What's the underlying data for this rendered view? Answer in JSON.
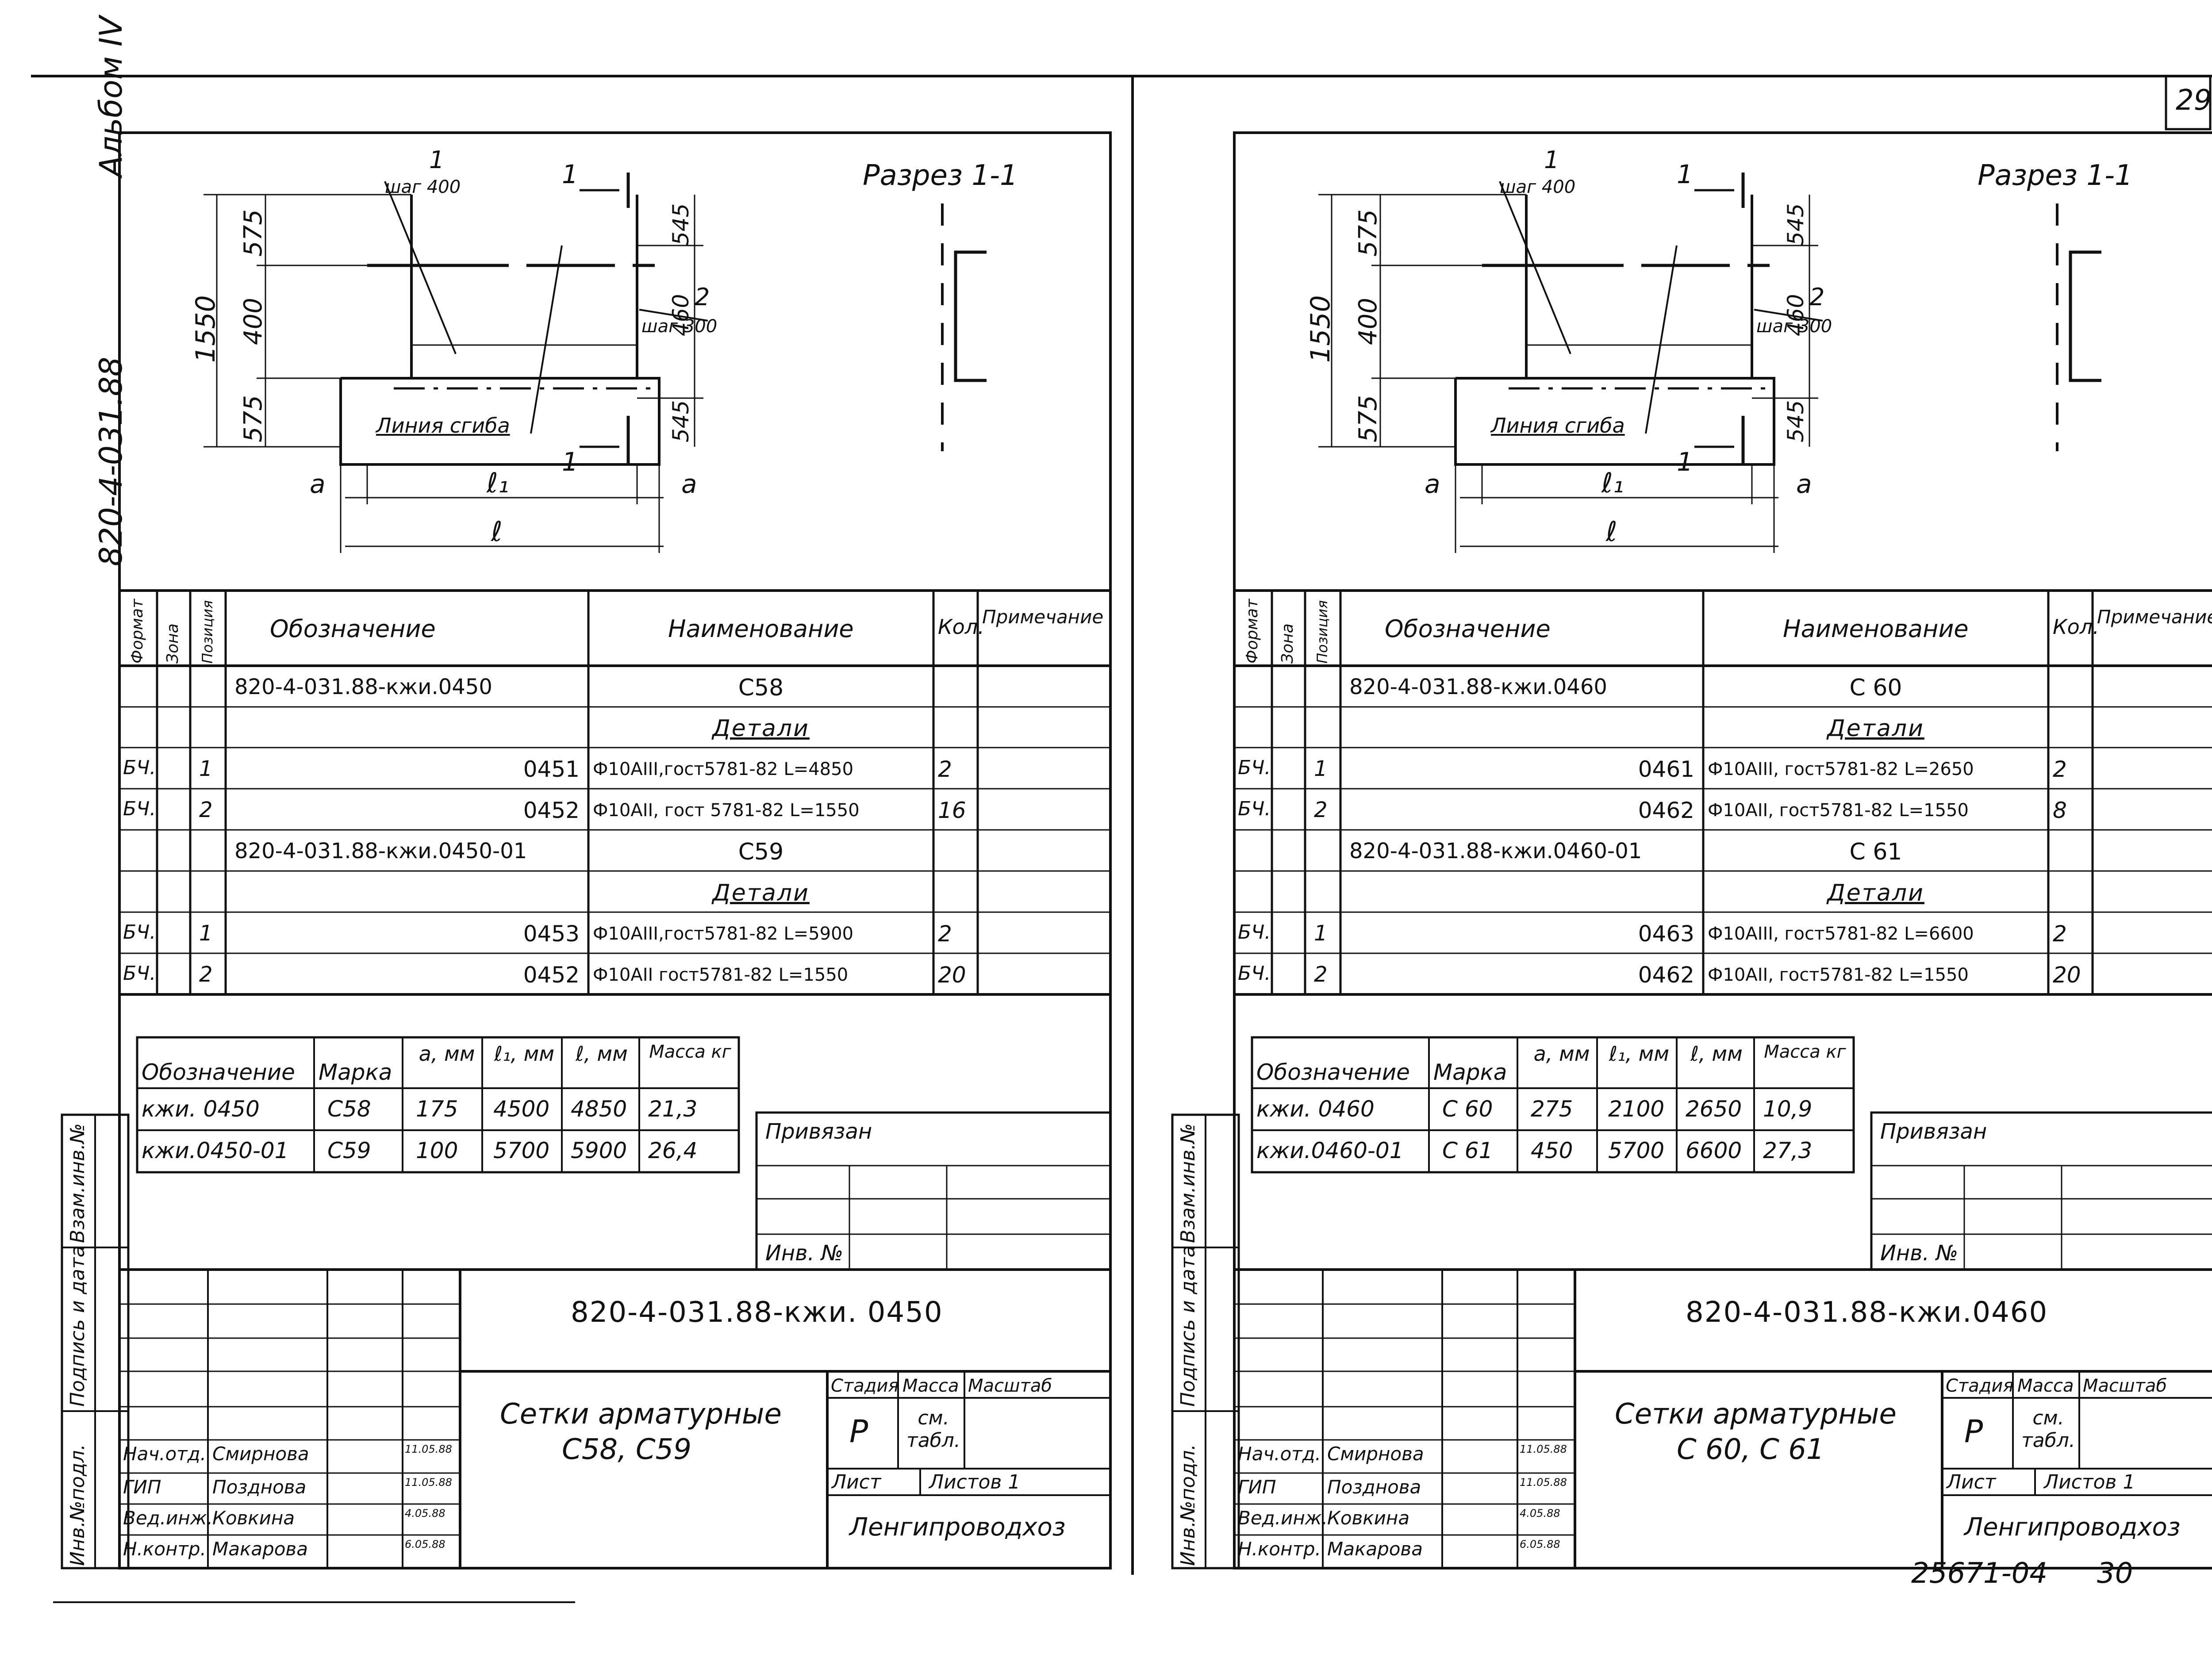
{
  "page": {
    "sheet_number": "29",
    "album_label": "Альбом IV",
    "series_label": "820-4-031.88",
    "bottom_code": "25671-04",
    "bottom_page": "30",
    "side_stamp": [
      "Инв.№подл.",
      "Подпись и дата",
      "Взам.инв.№"
    ]
  },
  "sheets": [
    {
      "section_label": "Разрез 1-1",
      "sketch": {
        "dim_total": "1550",
        "dim_top": "575",
        "dim_mid": "400",
        "dim_bottom": "575",
        "dim_right_top": "545",
        "dim_right_mid": "460",
        "dim_right_bottom": "545",
        "pos1": "1",
        "pos1_step": "шаг 400",
        "pos2": "2",
        "pos2_step": "шаг 300",
        "bend_line": "Линия сгиба",
        "cut": "1",
        "a": "a",
        "l1": "ℓ₁",
        "l": "ℓ"
      },
      "spec": {
        "headers": [
          "Формат",
          "Зона",
          "Позиция",
          "Обозначение",
          "Наименование",
          "Кол.",
          "Примечание"
        ],
        "rows": [
          {
            "format": "",
            "pos": "",
            "code": "820-4-031.88-кжи.0450",
            "name": "С58",
            "qty": ""
          },
          {
            "format": "",
            "pos": "",
            "code": "",
            "name": "Детали",
            "qty": ""
          },
          {
            "format": "БЧ.",
            "pos": "1",
            "code": "0451",
            "name": "Ф10АIII,гост5781-82 L=4850",
            "qty": "2"
          },
          {
            "format": "БЧ.",
            "pos": "2",
            "code": "0452",
            "name": "Ф10АII, гост 5781-82 L=1550",
            "qty": "16"
          },
          {
            "format": "",
            "pos": "",
            "code": "820-4-031.88-кжи.0450-01",
            "name": "С59",
            "qty": ""
          },
          {
            "format": "",
            "pos": "",
            "code": "",
            "name": "Детали",
            "qty": ""
          },
          {
            "format": "БЧ.",
            "pos": "1",
            "code": "0453",
            "name": "Ф10АIII,гост5781-82 L=5900",
            "qty": "2"
          },
          {
            "format": "БЧ.",
            "pos": "2",
            "code": "0452",
            "name": "Ф10АII гост5781-82 L=1550",
            "qty": "20"
          }
        ]
      },
      "params": {
        "headers": [
          "Обозначение",
          "Марка",
          "a, мм",
          "ℓ₁, мм",
          "ℓ, мм",
          "Масса кг"
        ],
        "rows": [
          [
            "кжи. 0450",
            "С58",
            "175",
            "4500",
            "4850",
            "21,3"
          ],
          [
            "кжи.0450-01",
            "С59",
            "100",
            "5700",
            "5900",
            "26,4"
          ]
        ]
      },
      "privyazan": "Привязан",
      "inv_no": "Инв. №",
      "title_block": {
        "code": "820-4-031.88-кжи. 0450",
        "title_line1": "Сетки арматурные",
        "title_line2": "С58, С59",
        "stage_label": "Стадия",
        "mass_label": "Масса",
        "scale_label": "Масштаб",
        "stage": "Р",
        "mass": "см. табл.",
        "sheet_label": "Лист",
        "sheets_label": "Листов 1",
        "org": "Ленгипроводхоз",
        "people": [
          {
            "role": "Нач.отд.",
            "name": "Смирнова",
            "date": "11.05.88"
          },
          {
            "role": "ГИП",
            "name": "Позднова",
            "date": "11.05.88"
          },
          {
            "role": "Вед.инж.",
            "name": "Ковкина",
            "date": "4.05.88"
          },
          {
            "role": "Н.контр.",
            "name": "Макарова",
            "date": "6.05.88"
          }
        ]
      }
    },
    {
      "section_label": "Разрез 1-1",
      "sketch": {
        "dim_total": "1550",
        "dim_top": "575",
        "dim_mid": "400",
        "dim_bottom": "575",
        "dim_right_top": "545",
        "dim_right_mid": "460",
        "dim_right_bottom": "545",
        "pos1": "1",
        "pos1_step": "шаг 400",
        "pos2": "2",
        "pos2_step": "шаг 300",
        "bend_line": "Линия сгиба",
        "cut": "1",
        "a": "a",
        "l1": "ℓ₁",
        "l": "ℓ"
      },
      "spec": {
        "headers": [
          "Формат",
          "Зона",
          "Позиция",
          "Обозначение",
          "Наименование",
          "Кол.",
          "Примечание"
        ],
        "rows": [
          {
            "format": "",
            "pos": "",
            "code": "820-4-031.88-кжи.0460",
            "name": "С 60",
            "qty": ""
          },
          {
            "format": "",
            "pos": "",
            "code": "",
            "name": "Детали",
            "qty": ""
          },
          {
            "format": "БЧ.",
            "pos": "1",
            "code": "0461",
            "name": "Ф10АIII, гост5781-82 L=2650",
            "qty": "2"
          },
          {
            "format": "БЧ.",
            "pos": "2",
            "code": "0462",
            "name": "Ф10АII, гост5781-82 L=1550",
            "qty": "8"
          },
          {
            "format": "",
            "pos": "",
            "code": "820-4-031.88-кжи.0460-01",
            "name": "С 61",
            "qty": ""
          },
          {
            "format": "",
            "pos": "",
            "code": "",
            "name": "Детали",
            "qty": ""
          },
          {
            "format": "БЧ.",
            "pos": "1",
            "code": "0463",
            "name": "Ф10АIII, гост5781-82 L=6600",
            "qty": "2"
          },
          {
            "format": "БЧ.",
            "pos": "2",
            "code": "0462",
            "name": "Ф10АII, гост5781-82 L=1550",
            "qty": "20"
          }
        ]
      },
      "params": {
        "headers": [
          "Обозначение",
          "Марка",
          "a, мм",
          "ℓ₁, мм",
          "ℓ, мм",
          "Масса кг"
        ],
        "rows": [
          [
            "кжи. 0460",
            "С 60",
            "275",
            "2100",
            "2650",
            "10,9"
          ],
          [
            "кжи.0460-01",
            "С 61",
            "450",
            "5700",
            "6600",
            "27,3"
          ]
        ]
      },
      "privyazan": "Привязан",
      "inv_no": "Инв. №",
      "title_block": {
        "code": "820-4-031.88-кжи.0460",
        "title_line1": "Сетки арматурные",
        "title_line2": "С 60, С 61",
        "stage_label": "Стадия",
        "mass_label": "Масса",
        "scale_label": "Масштаб",
        "stage": "Р",
        "mass": "см. табл.",
        "sheet_label": "Лист",
        "sheets_label": "Листов 1",
        "org": "Ленгипроводхоз",
        "people": [
          {
            "role": "Нач.отд.",
            "name": "Смирнова",
            "date": "11.05.88"
          },
          {
            "role": "ГИП",
            "name": "Позднова",
            "date": "11.05.88"
          },
          {
            "role": "Вед.инж.",
            "name": "Ковкина",
            "date": "4.05.88"
          },
          {
            "role": "Н.контр.",
            "name": "Макарова",
            "date": "6.05.88"
          }
        ]
      }
    }
  ]
}
